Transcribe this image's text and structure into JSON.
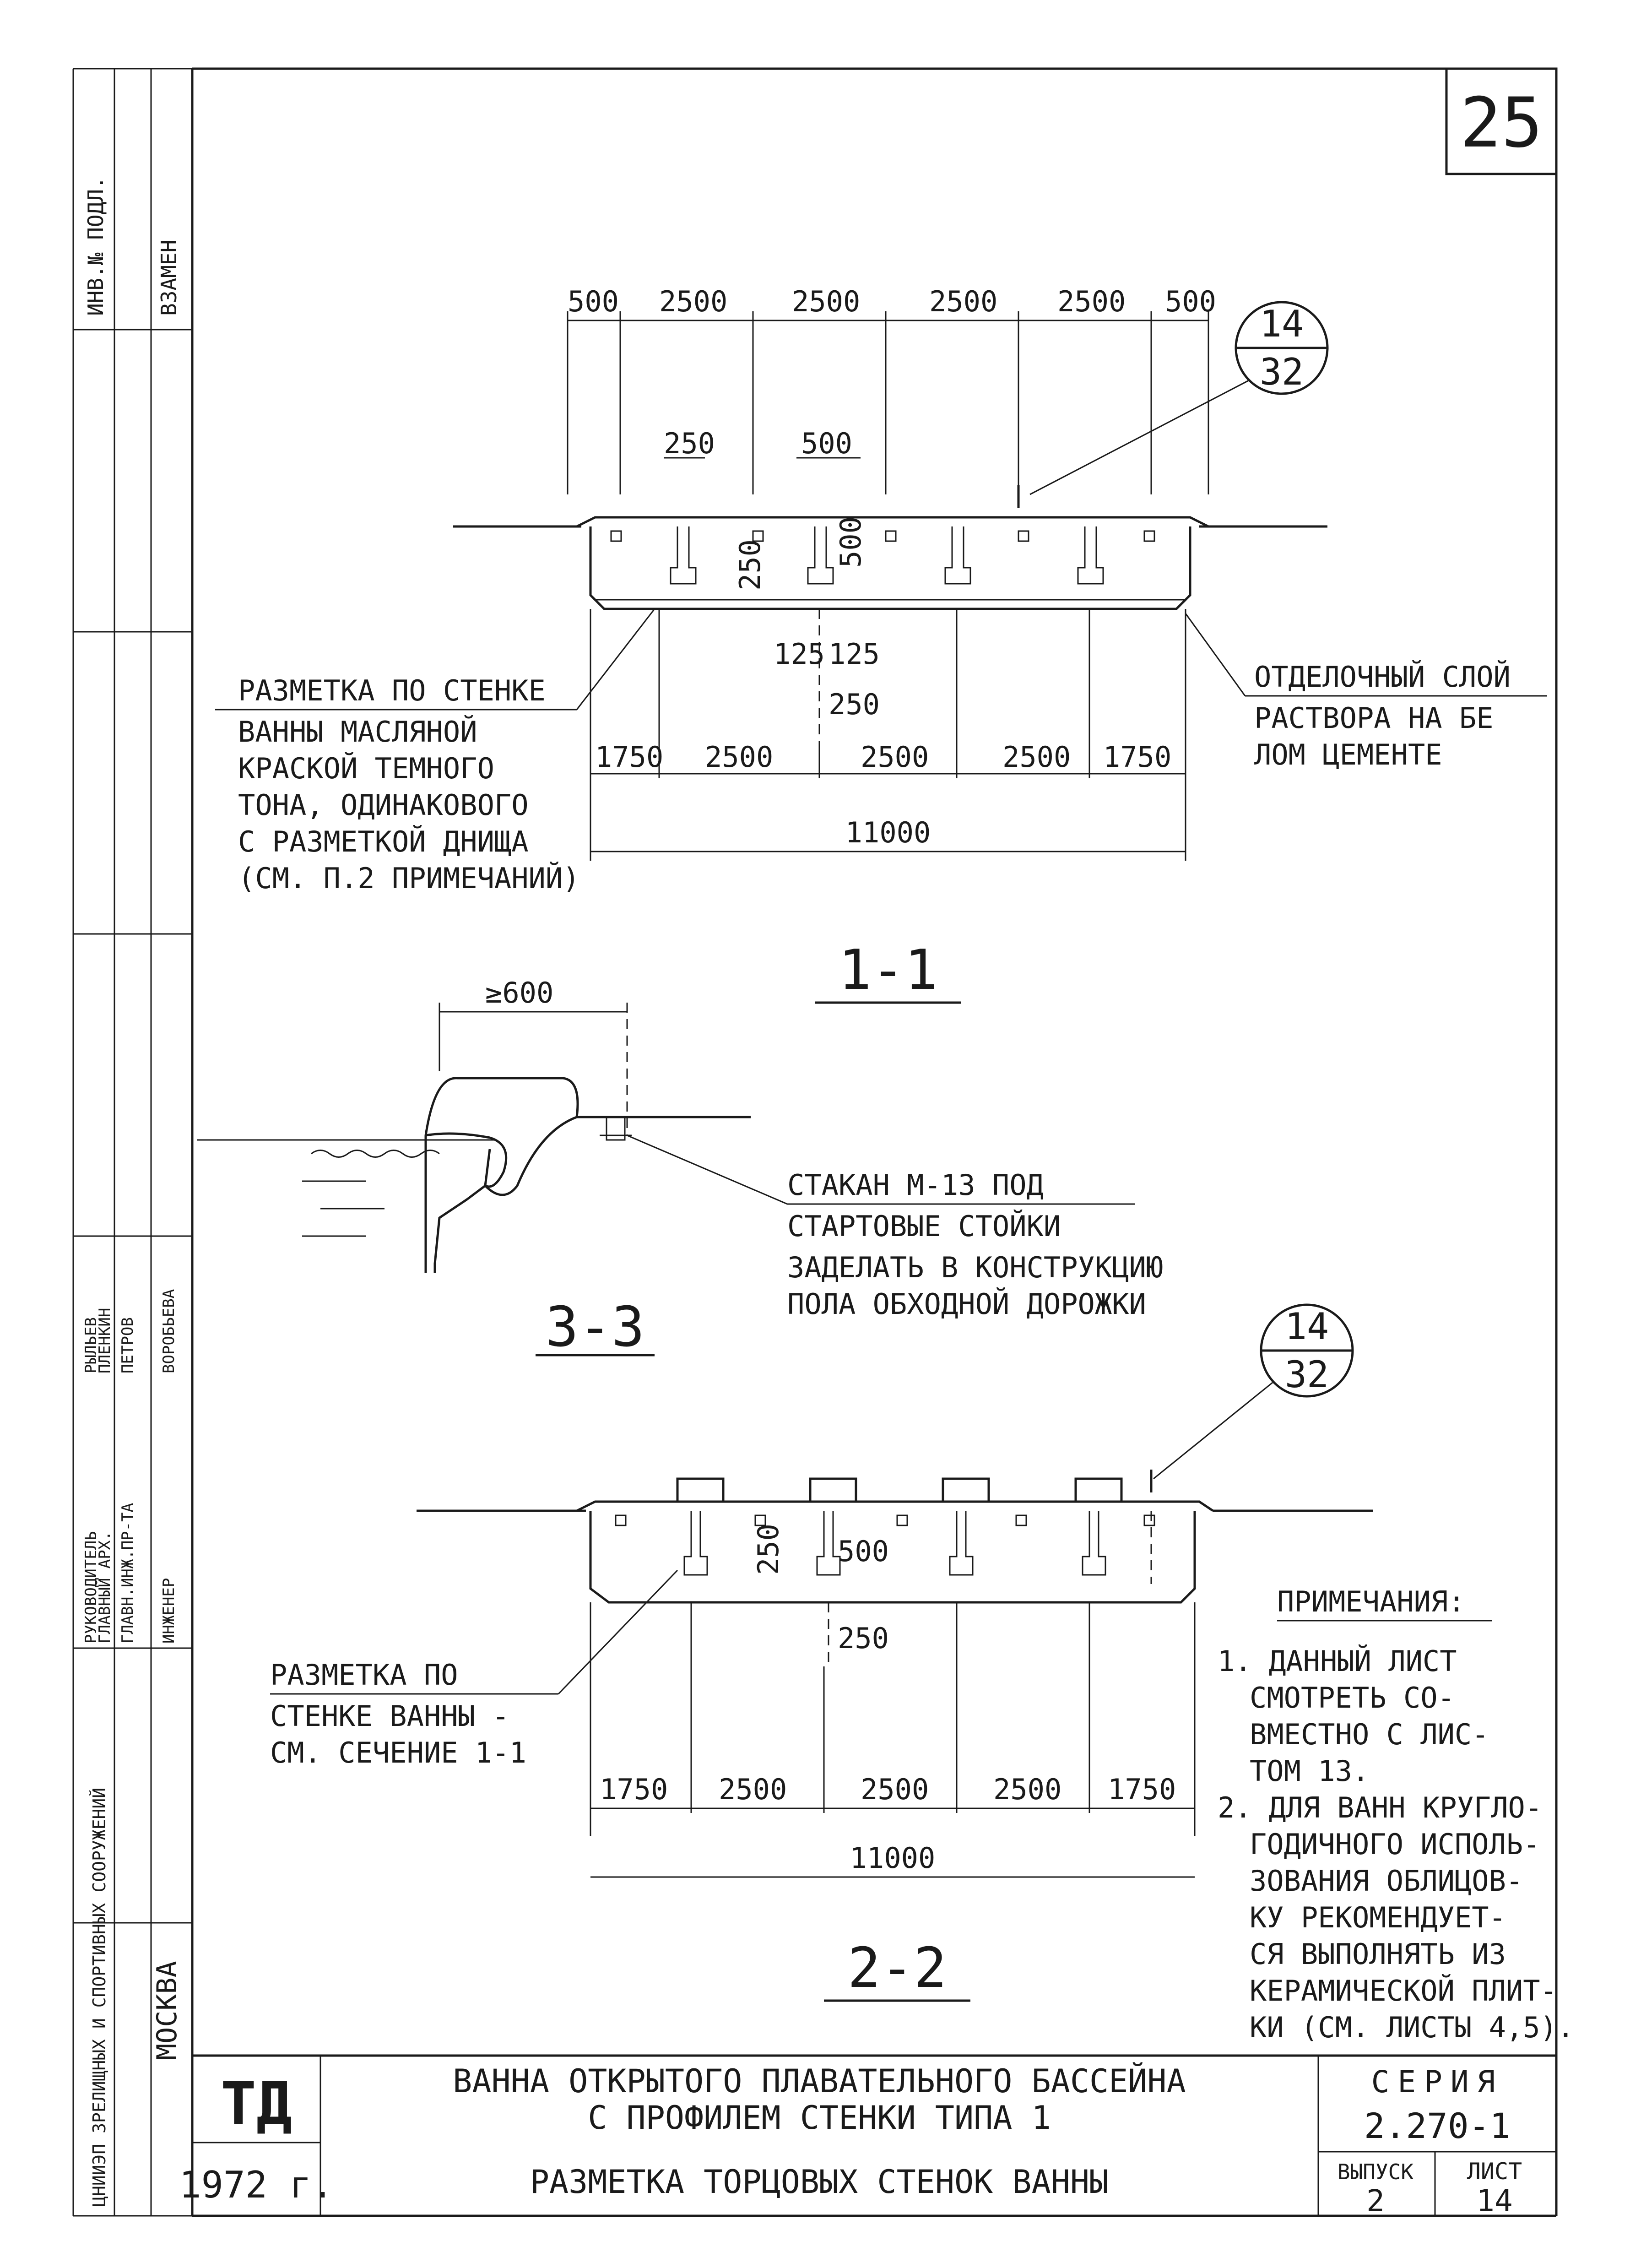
{
  "sheet": {
    "number": "25",
    "left_strip_top": [
      "ИНВ.№ ПОДЛ.",
      "ВЗАМЕН"
    ],
    "left_strip_bottom": [
      "ЦНИИЭП ЗРЕЛИЩНЫХ И СПОРТИВНЫХ СООРУЖЕНИЙ",
      "МОСКВА"
    ],
    "left_strip_roles": [
      "РУКОВОДИТЕЛЬ",
      "ГЛАВНЫЙ АРХ.",
      "ГЛАВН.ИНЖ.ПР-ТА",
      "ИНЖЕНЕР"
    ],
    "left_strip_names": [
      "РЫЛЬЕВ",
      "ПЛЕНКИН",
      "ПЕТРОВ",
      "ВОРОБЬЕВА"
    ]
  },
  "section_1_1": {
    "title": "1-1",
    "top_dims": [
      "500",
      "2500",
      "2500",
      "2500",
      "2500",
      "500"
    ],
    "pilaster_dims": [
      "250",
      "500"
    ],
    "small_dims": [
      "250",
      "500",
      "125",
      "125",
      "250"
    ],
    "bottom_dims": [
      "1750",
      "2500",
      "2500",
      "2500",
      "1750"
    ],
    "total": "11000",
    "callout_top": "14",
    "callout_bottom": "32",
    "note_left": [
      "РАЗМЕТКА ПО СТЕНКЕ",
      "ВАННЫ МАСЛЯНОЙ",
      "КРАСКОЙ ТЕМНОГО",
      "ТОНА, ОДИНАКОВОГО",
      "С РАЗМЕТКОЙ ДНИЩА",
      "(СМ. П.2 ПРИМЕЧАНИЙ)"
    ],
    "note_right": [
      "ОТДЕЛОЧНЫЙ СЛОЙ",
      "РАСТВОРА НА БЕ",
      "ЛОМ ЦЕМЕНТЕ"
    ]
  },
  "section_3_3": {
    "title": "3-3",
    "dim": "≥600",
    "note": [
      "СТАКАН М-13 ПОД",
      "СТАРТОВЫЕ СТОЙКИ",
      "ЗАДЕЛАТЬ В КОНСТРУКЦИЮ",
      "ПОЛА ОБХОДНОЙ ДОРОЖКИ"
    ]
  },
  "section_2_2": {
    "title": "2-2",
    "small_dims": [
      "250",
      "500",
      "250"
    ],
    "bottom_dims": [
      "1750",
      "2500",
      "2500",
      "2500",
      "1750"
    ],
    "total": "11000",
    "callout_top": "14",
    "callout_bottom": "32",
    "note_left": [
      "РАЗМЕТКА ПО",
      "СТЕНКЕ ВАННЫ -",
      "СМ. СЕЧЕНИЕ 1-1"
    ]
  },
  "notes": {
    "heading": "ПРИМЕЧАНИЯ:",
    "lines": [
      "1. ДАННЫЙ ЛИСТ",
      "СМОТРЕТЬ СО-",
      "ВМЕСТНО С ЛИС-",
      "ТОМ 13.",
      "2. ДЛЯ ВАНН КРУГЛО-",
      "ГОДИЧНОГО ИСПОЛЬ-",
      "ЗОВАНИЯ ОБЛИЦОВ-",
      "КУ РЕКОМЕНДУЕТ-",
      "СЯ ВЫПОЛНЯТЬ ИЗ",
      "КЕРАМИЧЕСКОЙ ПЛИТ-",
      "КИ (СМ. ЛИСТЫ 4,5)."
    ]
  },
  "title_block": {
    "logo": "ТД",
    "year": "1972 г.",
    "title_line1": "ВАННА ОТКРЫТОГО ПЛАВАТЕЛЬНОГО БАССЕЙНА",
    "title_line2": "С ПРОФИЛЕМ СТЕНКИ ТИПА 1",
    "subtitle": "РАЗМЕТКА ТОРЦОВЫХ СТЕНОК ВАННЫ",
    "series_label": "СЕРИЯ",
    "series_value": "2.270-1",
    "issue_label": "ВЫПУСК",
    "issue_value": "2",
    "sheet_label": "ЛИСТ",
    "sheet_value": "14"
  }
}
